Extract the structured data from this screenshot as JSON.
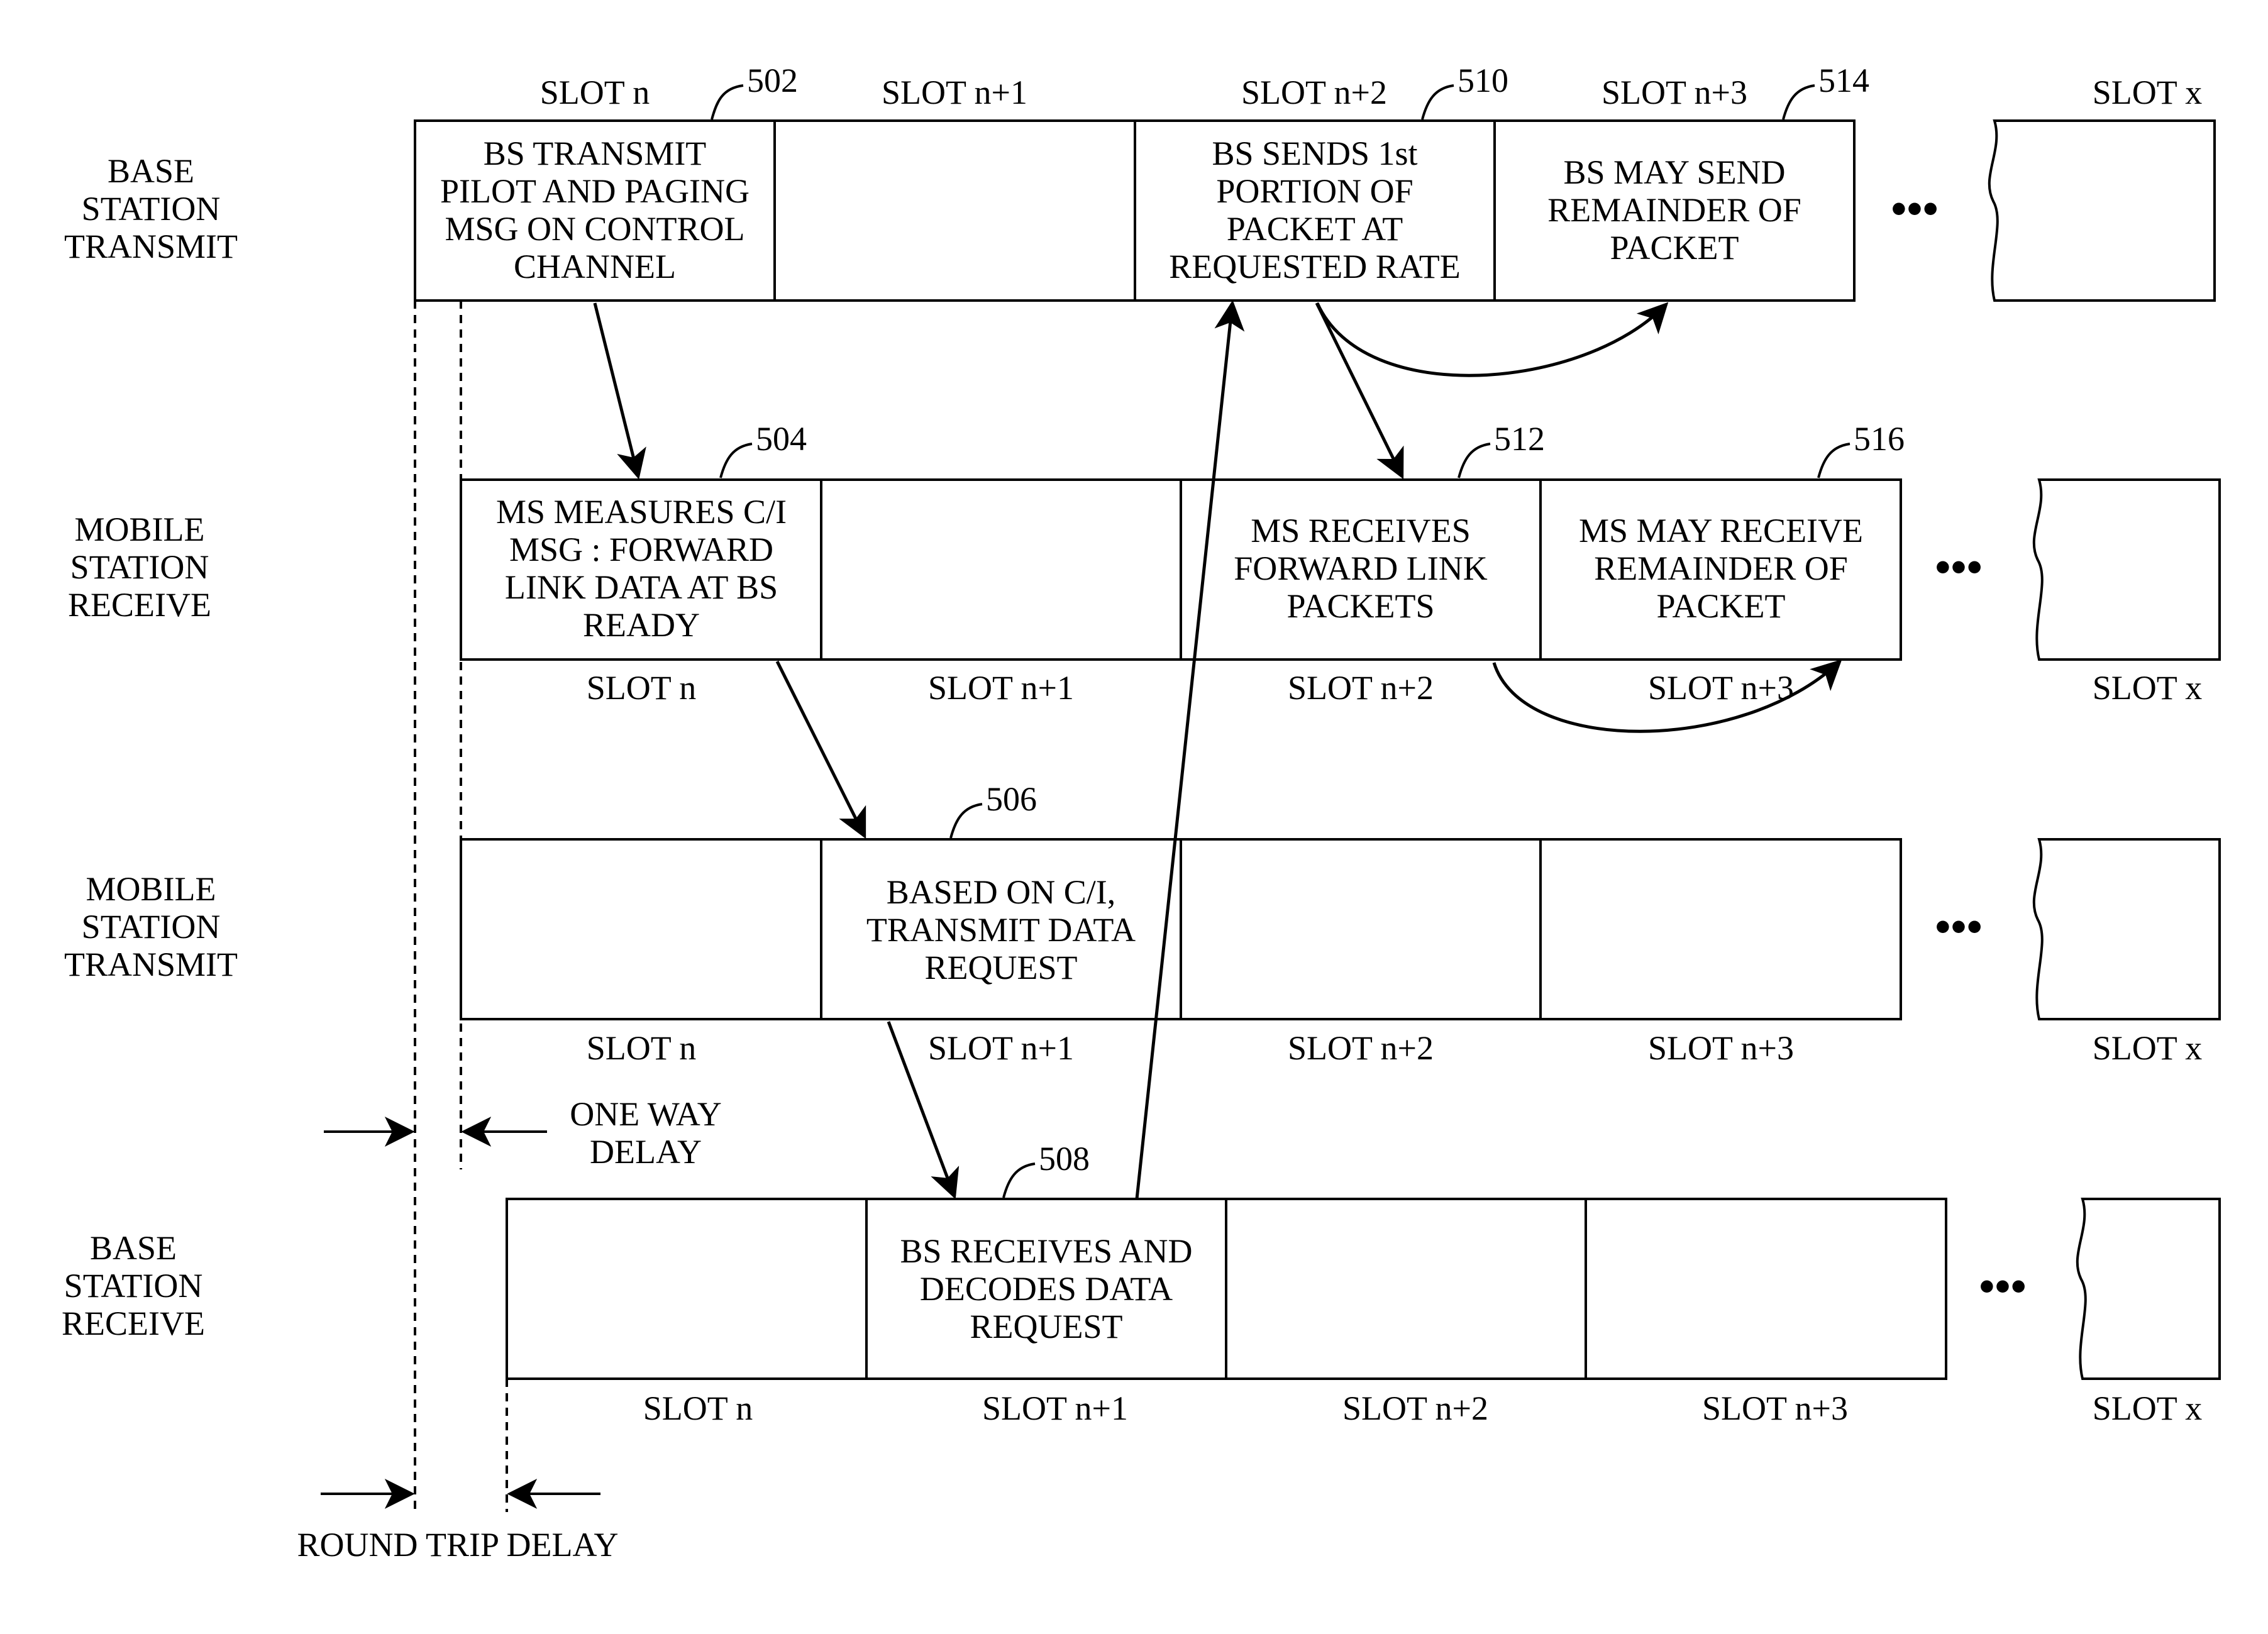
{
  "rows": {
    "bs_tx": [
      "BASE",
      "STATION",
      "TRANSMIT"
    ],
    "ms_rx": [
      "MOBILE",
      "STATION",
      "RECEIVE"
    ],
    "ms_tx": [
      "MOBILE",
      "STATION",
      "TRANSMIT"
    ],
    "bs_rx": [
      "BASE",
      "STATION",
      "RECEIVE"
    ]
  },
  "slots": {
    "n": "SLOT n",
    "n1": "SLOT n+1",
    "n2": "SLOT n+2",
    "n3": "SLOT n+3",
    "x": "SLOT x"
  },
  "ellipsis": "•••",
  "boxes": {
    "b502": [
      "BS TRANSMIT",
      "PILOT AND PAGING",
      "MSG ON CONTROL",
      "CHANNEL"
    ],
    "b510": [
      "BS SENDS 1st",
      "PORTION OF",
      "PACKET AT",
      "REQUESTED RATE"
    ],
    "b514": [
      "BS MAY SEND",
      "REMAINDER OF",
      "PACKET"
    ],
    "b504": [
      "MS MEASURES C/I",
      "MSG : FORWARD",
      "LINK DATA AT BS",
      "READY"
    ],
    "b512": [
      "MS RECEIVES",
      "FORWARD LINK",
      "PACKETS"
    ],
    "b516": [
      "MS MAY RECEIVE",
      "REMAINDER OF",
      "PACKET"
    ],
    "b506": [
      "BASED ON C/I,",
      "TRANSMIT DATA",
      "REQUEST"
    ],
    "b508": [
      "BS RECEIVES AND",
      "DECODES DATA",
      "REQUEST"
    ]
  },
  "refs": {
    "r502": "502",
    "r504": "504",
    "r506": "506",
    "r508": "508",
    "r510": "510",
    "r512": "512",
    "r514": "514",
    "r516": "516"
  },
  "delays": {
    "one_way": [
      "ONE WAY",
      "DELAY"
    ],
    "round_trip": "ROUND TRIP DELAY"
  }
}
